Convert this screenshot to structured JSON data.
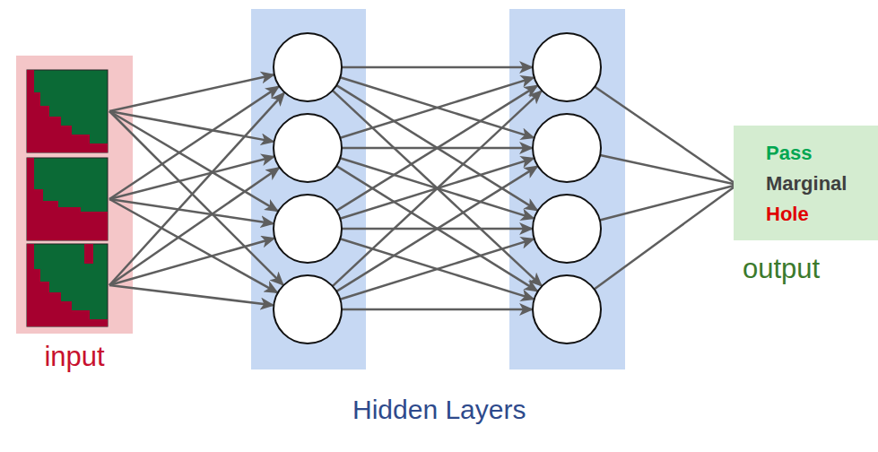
{
  "diagram": {
    "nodes": [
      {
        "text": [
          "input"
        ]
      },
      {
        "text": [
          "Pass",
          "Marginal",
          "Hole",
          "output"
        ]
      }
    ],
    "labels": [
      "Hidden Layers"
    ]
  }
}
